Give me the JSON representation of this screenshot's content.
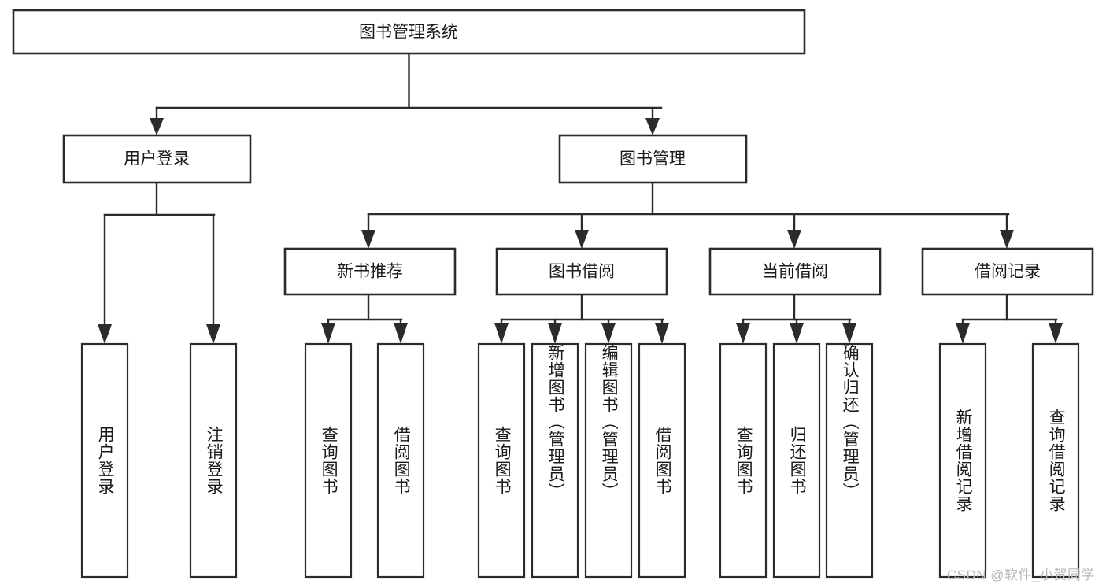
{
  "diagram": {
    "title": "图书管理系统",
    "type": "tree",
    "root": {
      "id": "root",
      "label": "图书管理系统"
    },
    "level2": [
      {
        "id": "user-login",
        "label": "用户登录"
      },
      {
        "id": "book-manage",
        "label": "图书管理"
      }
    ],
    "level3": [
      {
        "id": "new-book-recommend",
        "label": "新书推荐",
        "parent": "book-manage"
      },
      {
        "id": "book-borrow",
        "label": "图书借阅",
        "parent": "book-manage"
      },
      {
        "id": "current-borrow",
        "label": "当前借阅",
        "parent": "book-manage"
      },
      {
        "id": "borrow-record",
        "label": "借阅记录",
        "parent": "book-manage"
      }
    ],
    "leaves": {
      "user-login": [
        {
          "id": "leaf-user-login",
          "label": "用户登录"
        },
        {
          "id": "leaf-user-logout",
          "label": "注销登录"
        }
      ],
      "new-book-recommend": [
        {
          "id": "leaf-query-book-1",
          "label": "查询图书"
        },
        {
          "id": "leaf-borrow-book-1",
          "label": "借阅图书"
        }
      ],
      "book-borrow": [
        {
          "id": "leaf-query-book-2",
          "label": "查询图书"
        },
        {
          "id": "leaf-add-book",
          "label": "新增图书（管理员）"
        },
        {
          "id": "leaf-edit-book",
          "label": "编辑图书（管理员）"
        },
        {
          "id": "leaf-borrow-book-2",
          "label": "借阅图书"
        }
      ],
      "current-borrow": [
        {
          "id": "leaf-query-book-3",
          "label": "查询图书"
        },
        {
          "id": "leaf-return-book",
          "label": "归还图书"
        },
        {
          "id": "leaf-confirm-return",
          "label": "确认归还（管理员）"
        }
      ],
      "borrow-record": [
        {
          "id": "leaf-add-record",
          "label": "新增借阅记录"
        },
        {
          "id": "leaf-query-record",
          "label": "查询借阅记录"
        }
      ]
    }
  },
  "watermark": {
    "text": "CSDN @软件_小贺同学"
  },
  "colors": {
    "stroke": "#2b2b2b",
    "fill": "#ffffff",
    "text": "#1a1a1a",
    "watermark": "#b9b9b9"
  }
}
